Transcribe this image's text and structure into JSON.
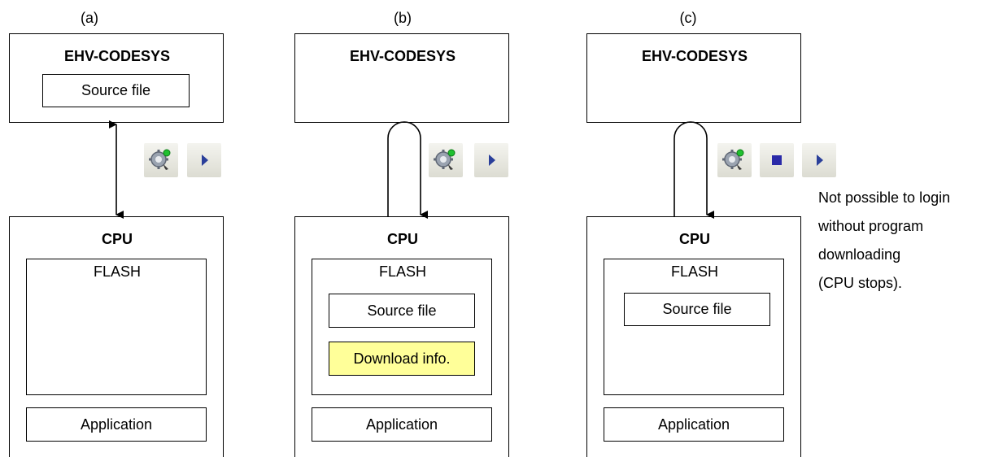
{
  "panels": [
    {
      "label": "(a)",
      "host_title": "EHV-CODESYS",
      "host_source_file": "Source file",
      "cpu_title": "CPU",
      "flash_title": "FLASH",
      "application": "Application"
    },
    {
      "label": "(b)",
      "host_title": "EHV-CODESYS",
      "cpu_title": "CPU",
      "flash_title": "FLASH",
      "flash_source_file": "Source file",
      "download_info": "Download info.",
      "application": "Application"
    },
    {
      "label": "(c)",
      "host_title": "EHV-CODESYS",
      "cpu_title": "CPU",
      "flash_title": "FLASH",
      "flash_source_file": "Source file",
      "application": "Application"
    }
  ],
  "note": {
    "lines": [
      "Not possible to login",
      "without program",
      "downloading",
      "(CPU stops)."
    ]
  },
  "icons": {
    "login": "login-gear-icon",
    "run": "run-triangle-icon",
    "stop": "stop-square-icon",
    "accent_run": "#2a3f9a",
    "accent_stop": "#2a2aa8",
    "download_fill": "#ffff99"
  }
}
